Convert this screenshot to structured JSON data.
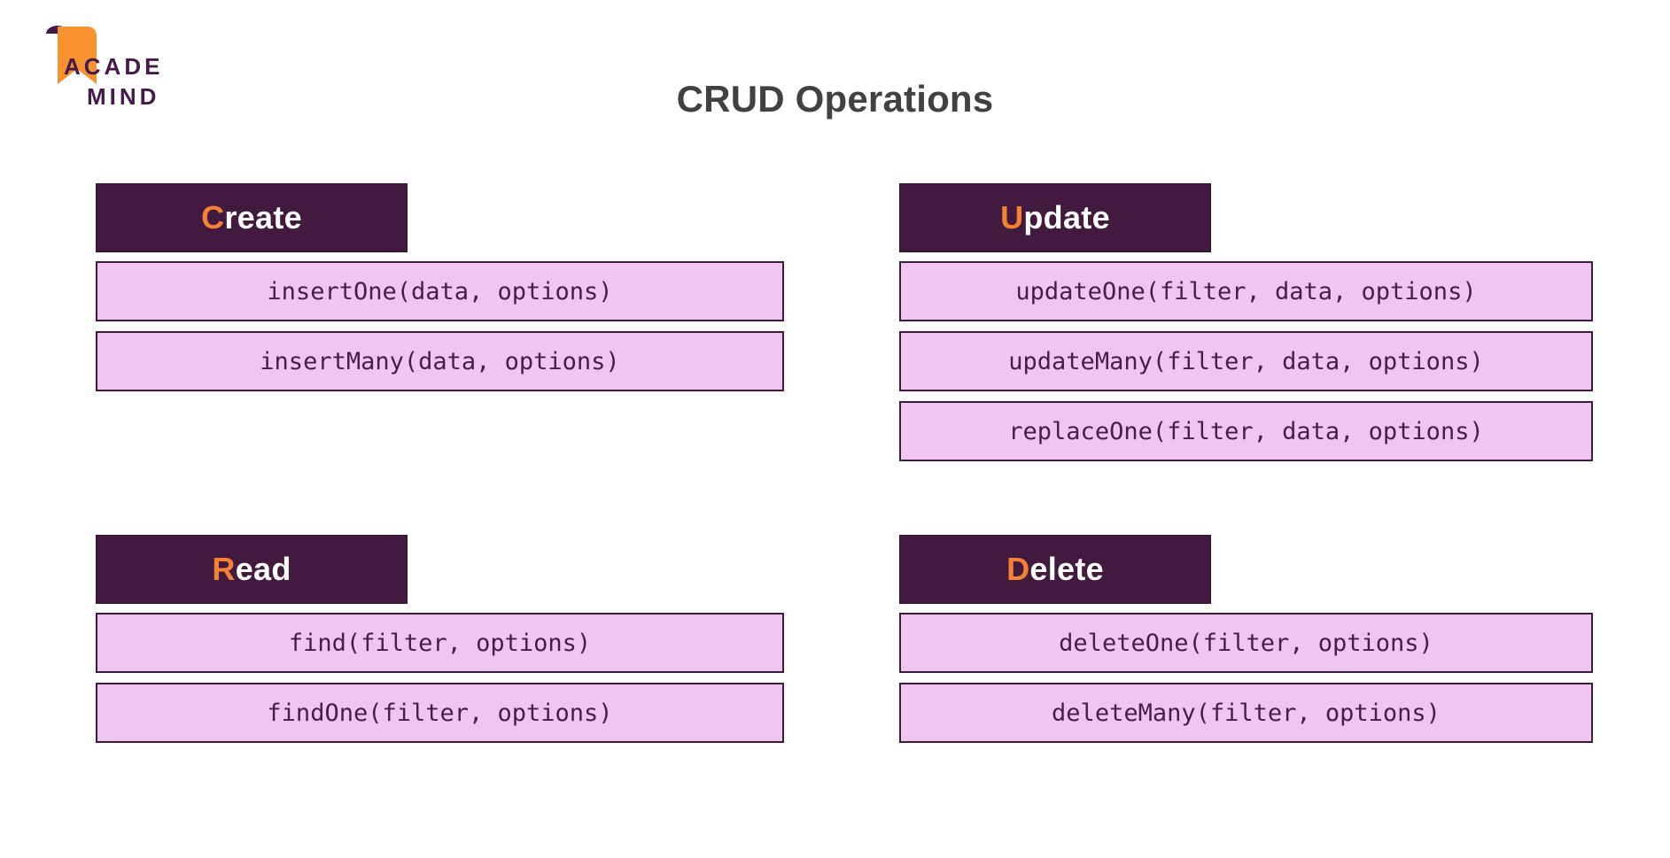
{
  "slide": {
    "title": "CRUD Operations",
    "background_color": "#FFFFFF",
    "title_color": "#414042",
    "accent_orange": "#F58233",
    "header_purple": "#42193F",
    "box_fill": "#EFC6F0",
    "box_border": "#3E1A3C"
  },
  "logo": {
    "line1": "ACADE",
    "line2": "MIND",
    "mark_color": "#F58233",
    "text_color": "#45194A"
  },
  "groups": [
    {
      "id": "create",
      "initial": "C",
      "rest": "reate",
      "label": "Create",
      "methods": [
        "insertOne(data, options)",
        "insertMany(data, options)"
      ]
    },
    {
      "id": "update",
      "initial": "U",
      "rest": "pdate",
      "label": "Update",
      "methods": [
        "updateOne(filter, data, options)",
        "updateMany(filter, data, options)",
        "replaceOne(filter, data, options)"
      ]
    },
    {
      "id": "read",
      "initial": "R",
      "rest": "ead",
      "label": "Read",
      "methods": [
        "find(filter, options)",
        "findOne(filter, options)"
      ]
    },
    {
      "id": "delete",
      "initial": "D",
      "rest": "elete",
      "label": "Delete",
      "methods": [
        "deleteOne(filter, options)",
        "deleteMany(filter, options)"
      ]
    }
  ]
}
